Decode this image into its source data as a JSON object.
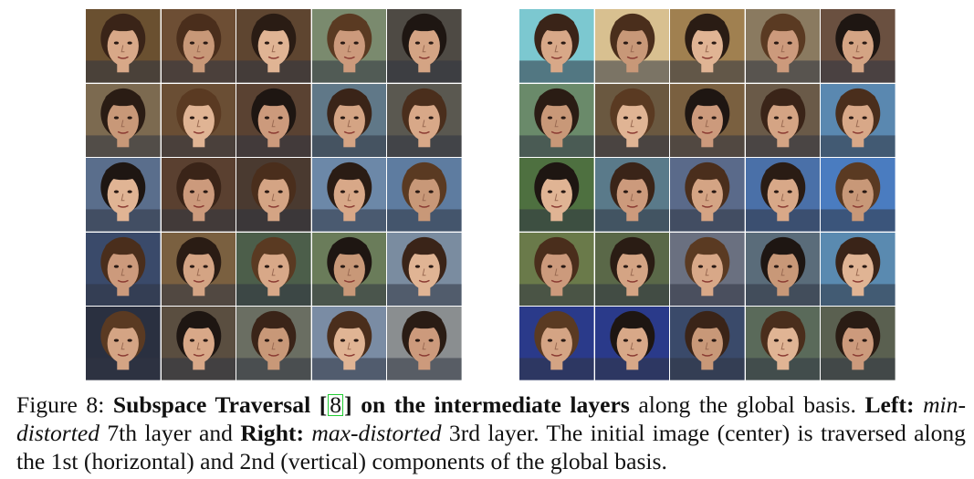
{
  "figure": {
    "left_panel": {
      "rows": 5,
      "cols": 5,
      "cells": [
        [
          "#6a5030",
          "#6d4e34",
          "#5e4530",
          "#7a8a6e",
          "#4e4a44"
        ],
        [
          "#7c6a50",
          "#6a4e34",
          "#5a4232",
          "#607888",
          "#5a5850"
        ],
        [
          "#5a6e8c",
          "#5a4030",
          "#4a3a30",
          "#6c88a8",
          "#5e7ca0"
        ],
        [
          "#3a4a6a",
          "#7a6040",
          "#4c5e4a",
          "#6a7c5a",
          "#7a8ca0"
        ],
        [
          "#2a3040",
          "#5a4e40",
          "#6a6e62",
          "#7a8ca4",
          "#8a8e90"
        ]
      ]
    },
    "right_panel": {
      "rows": 5,
      "cols": 5,
      "cells": [
        [
          "#7cc8d0",
          "#d8c090",
          "#a08050",
          "#8a7a60",
          "#6a5040"
        ],
        [
          "#6a8a6a",
          "#6a5840",
          "#7a6040",
          "#6a5a48",
          "#5a88b0"
        ],
        [
          "#4e7040",
          "#5a7a8a",
          "#5a6a8a",
          "#4a70a8",
          "#4a7cc0"
        ],
        [
          "#6a7a4a",
          "#5a6848",
          "#6a7080",
          "#5a6c7a",
          "#5a8ab0"
        ],
        [
          "#2a3a8a",
          "#2a3a8a",
          "#3a4a6a",
          "#5a6a5a",
          "#5a6050"
        ]
      ]
    }
  },
  "caption": {
    "label": "Figure 8:",
    "bold_title": "Subspace Traversal [",
    "citation": "8",
    "bold_title_end": "] on the intermediate layers",
    "text1": " along the global basis. ",
    "left_bold": "Left:",
    "space1": " ",
    "min_italic": "min-distorted",
    "text2": " 7th layer and ",
    "right_bold": "Right:",
    "space2": " ",
    "max_italic": "max-distorted",
    "text3": " 3rd layer. The initial image (center) is traversed along the 1st (horizontal) and 2nd (vertical) components of the global basis."
  }
}
